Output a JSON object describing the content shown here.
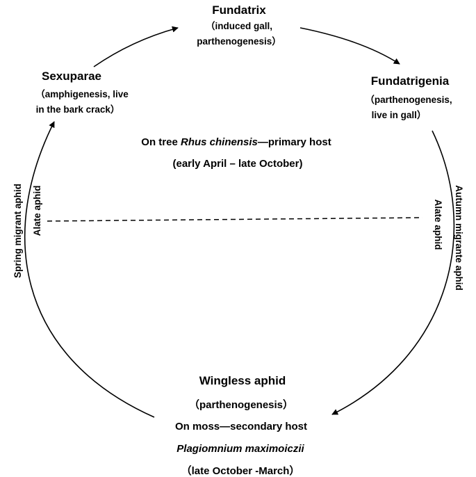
{
  "stages": {
    "fundatrix": {
      "title": "Fundatrix",
      "line1": "（induced gall,",
      "line2": "parthenogenesis）"
    },
    "fundatrigenia": {
      "title": "Fundatrigenia",
      "line1": "（parthenogenesis,",
      "line2": "live in gall）"
    },
    "sexuparae": {
      "title": "Sexuparae",
      "line1": "（amphigenesis, live",
      "line2": "in the bark crack）"
    },
    "wingless": {
      "title": "Wingless aphid",
      "line1": "（parthenogenesis）"
    }
  },
  "primary_host": {
    "prefix": "On tree ",
    "species": "Rhus chinensis",
    "suffix": "—primary host",
    "period": "(early April – late October)"
  },
  "secondary_host": {
    "label": "On moss—secondary host",
    "species": "Plagiomnium maximoiczii",
    "period": "（late October -March）"
  },
  "migrations": {
    "spring": "Spring migrant aphid",
    "autumn": "Autumn migrante aphid",
    "alate_left": "Alate aphid",
    "alate_right": "Alate aphid"
  },
  "colors": {
    "ink": "#000000",
    "background": "#ffffff"
  }
}
